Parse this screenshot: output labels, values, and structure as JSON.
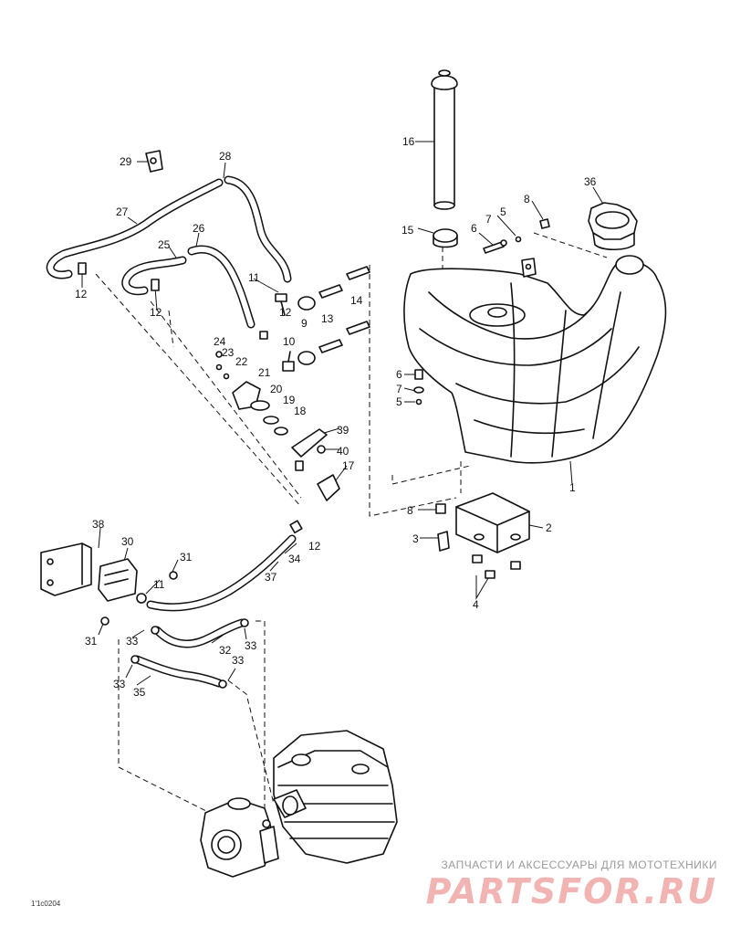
{
  "diagram": {
    "part_labels": [
      "1",
      "2",
      "3",
      "4",
      "5",
      "5",
      "6",
      "6",
      "7",
      "7",
      "8",
      "8",
      "9",
      "10",
      "11",
      "11",
      "12",
      "12",
      "12",
      "12",
      "13",
      "14",
      "15",
      "16",
      "17",
      "18",
      "19",
      "20",
      "21",
      "22",
      "23",
      "24",
      "25",
      "26",
      "27",
      "28",
      "29",
      "30",
      "31",
      "31",
      "32",
      "33",
      "33",
      "33",
      "33",
      "34",
      "35",
      "36",
      "37",
      "38",
      "39",
      "40"
    ],
    "drawing_code": "1'1c0204"
  },
  "watermark": {
    "tagline": "ЗАПЧАСТИ И АКСЕССУАРЫ ДЛЯ МОТОТЕХНИКИ",
    "brand": "PARTSFOR.RU"
  }
}
